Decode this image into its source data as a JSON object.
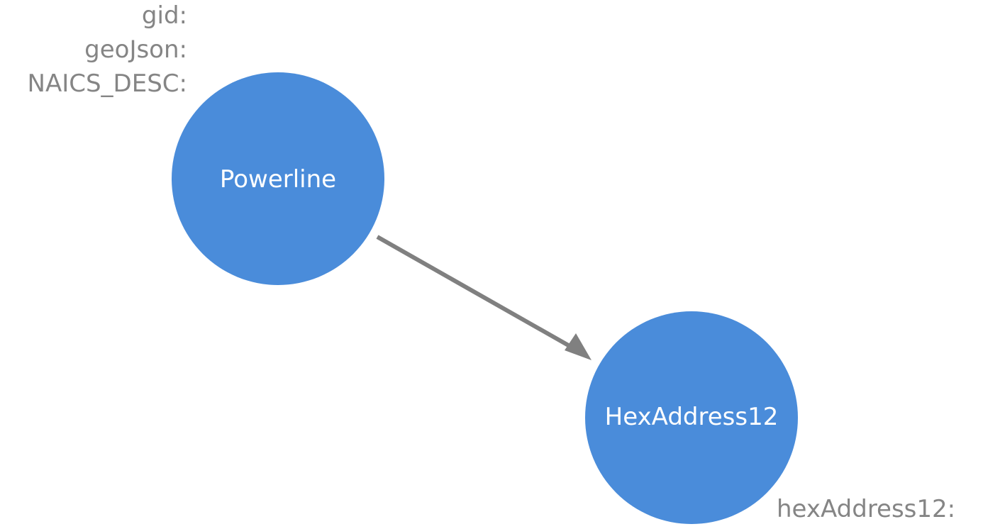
{
  "colors": {
    "node_fill": "#4a8cda",
    "edge": "#808080",
    "property_text": "#858585",
    "node_text": "#ffffff"
  },
  "nodes": {
    "powerline": {
      "label": "Powerline",
      "properties": [
        "gid:",
        "geoJson:",
        "NAICS_DESC:"
      ]
    },
    "hex": {
      "label": "HexAddress12",
      "properties": [
        "hexAddress12:"
      ]
    }
  },
  "edge": {
    "from": "Powerline",
    "to": "HexAddress12",
    "directed": true
  }
}
